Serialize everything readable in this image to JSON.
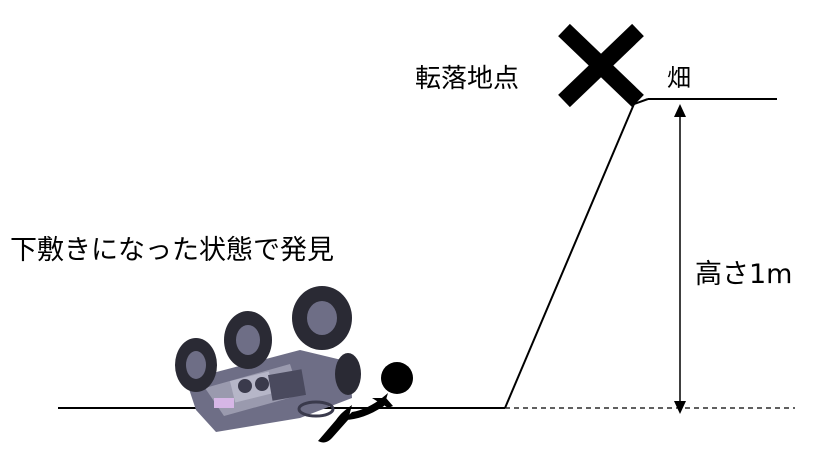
{
  "labels": {
    "fall_point": "転落地点",
    "field": "畑",
    "found_state": "下敷きになった状態で発見",
    "height": "高さ1m"
  },
  "colors": {
    "line": "#000000",
    "tractor_body": "#6e6e86",
    "tractor_dark": "#3a3a4c",
    "tractor_light": "#b6b6c8",
    "tire": "#2a2a34",
    "person": "#000000"
  },
  "icons": {
    "fall_marker": "x-mark",
    "person": "person-silhouette",
    "vehicle": "overturned-tractor"
  }
}
